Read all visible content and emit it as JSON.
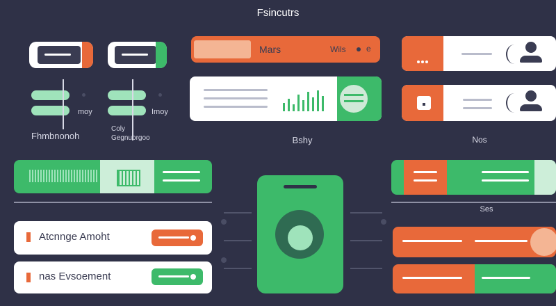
{
  "header": {
    "title": "Fsincutrs"
  },
  "left_panel": {
    "device_row_caption_left": "Fhmbnonoh",
    "toggle_label_a": "moy",
    "toggle_label_b": "Imoy",
    "caption_right_line1": "Coly",
    "caption_right_line2": "Gegnuorgoo"
  },
  "top_bar": {
    "left_label": "Mars",
    "right_label": "Wils",
    "right_symbol": "e"
  },
  "center": {
    "caption": "Bshy"
  },
  "right_column": {
    "caption": "Nos"
  },
  "right_lower": {
    "caption": "Ses"
  },
  "cards": {
    "card1_label": "Atcnnge Amoht",
    "card2_label": "nas Evsoement"
  },
  "colors": {
    "background": "#2f3147",
    "orange": "#e8693a",
    "green": "#3dba6a",
    "mint": "#9fe3bb",
    "white": "#ffffff",
    "dark": "#3a3c52"
  }
}
